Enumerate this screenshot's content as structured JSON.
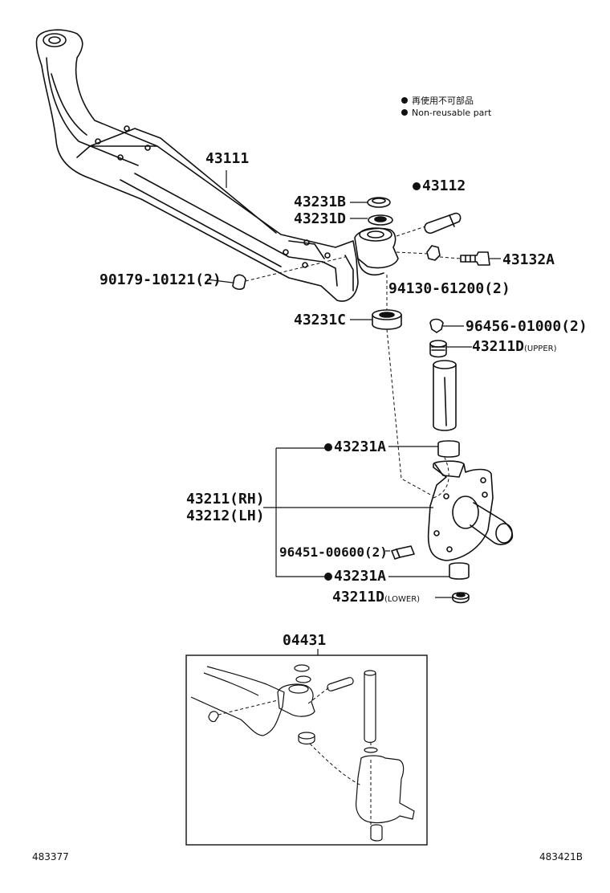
{
  "legend": {
    "jp": "再使用不可部品",
    "en": "Non-reusable part"
  },
  "labels": {
    "axle": "43111",
    "knuckle_pin_top": "43112",
    "shim_b": "43231B",
    "shim_d": "43231D",
    "bolt_left": "90179-10121(2)",
    "bolt_right": "43132A",
    "nut": "94130-61200(2)",
    "bearing": "43231C",
    "fitting_upper": "96456-01000(2)",
    "bush_upper": "43211D",
    "bush_upper_note": "(UPPER)",
    "bush_a_upper": "43231A",
    "knuckle_rh": "43211(RH)",
    "knuckle_lh": "43212(LH)",
    "fitting_lower": "96451-00600(2)",
    "bush_a_lower": "43231A",
    "bush_lower": "43211D",
    "bush_lower_note": "(LOWER)",
    "kit": "04431"
  },
  "footer": {
    "left": "483377",
    "right": "483421B"
  }
}
